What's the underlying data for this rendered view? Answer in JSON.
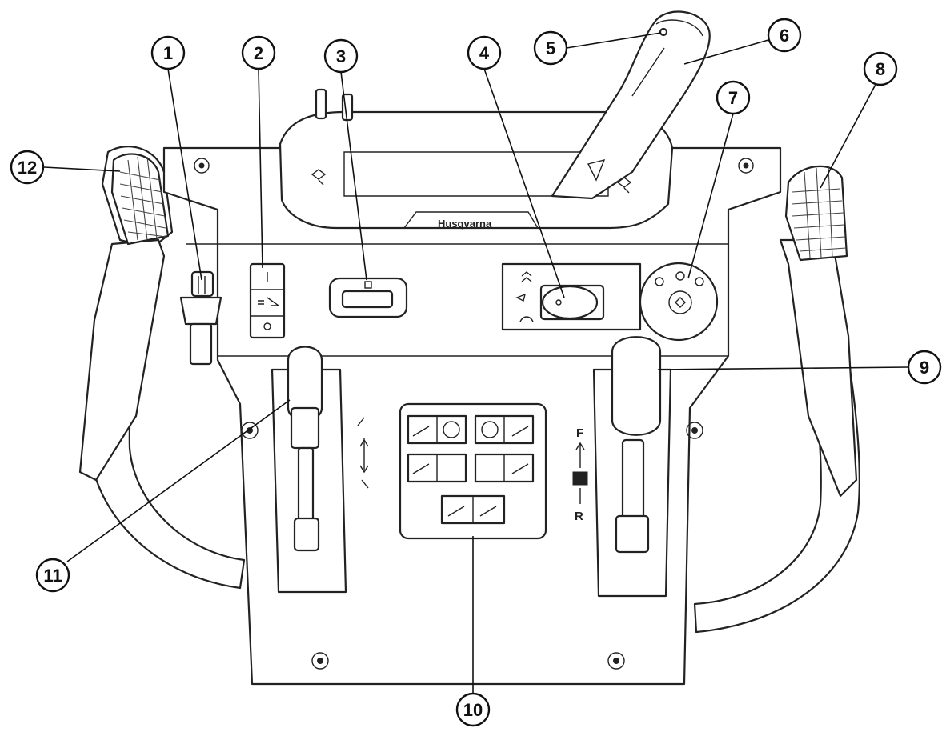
{
  "brand_label": "Husqvarna",
  "direction_labels": {
    "forward": "F",
    "reverse": "R"
  },
  "callouts": [
    {
      "label": "1",
      "part": "choke-control"
    },
    {
      "label": "2",
      "part": "light-switch"
    },
    {
      "label": "3",
      "part": "hour-meter"
    },
    {
      "label": "4",
      "part": "auger-mode-switch"
    },
    {
      "label": "5",
      "part": "chute-lever-button"
    },
    {
      "label": "6",
      "part": "chute-control-lever"
    },
    {
      "label": "7",
      "part": "ignition-switch"
    },
    {
      "label": "8",
      "part": "right-handle-grip"
    },
    {
      "label": "9",
      "part": "speed-control-lever"
    },
    {
      "label": "10",
      "part": "instruction-decal"
    },
    {
      "label": "11",
      "part": "chute-deflector-lever"
    },
    {
      "label": "12",
      "part": "left-handle-grip"
    }
  ],
  "colors": {
    "line": "#222222",
    "background": "#ffffff"
  }
}
